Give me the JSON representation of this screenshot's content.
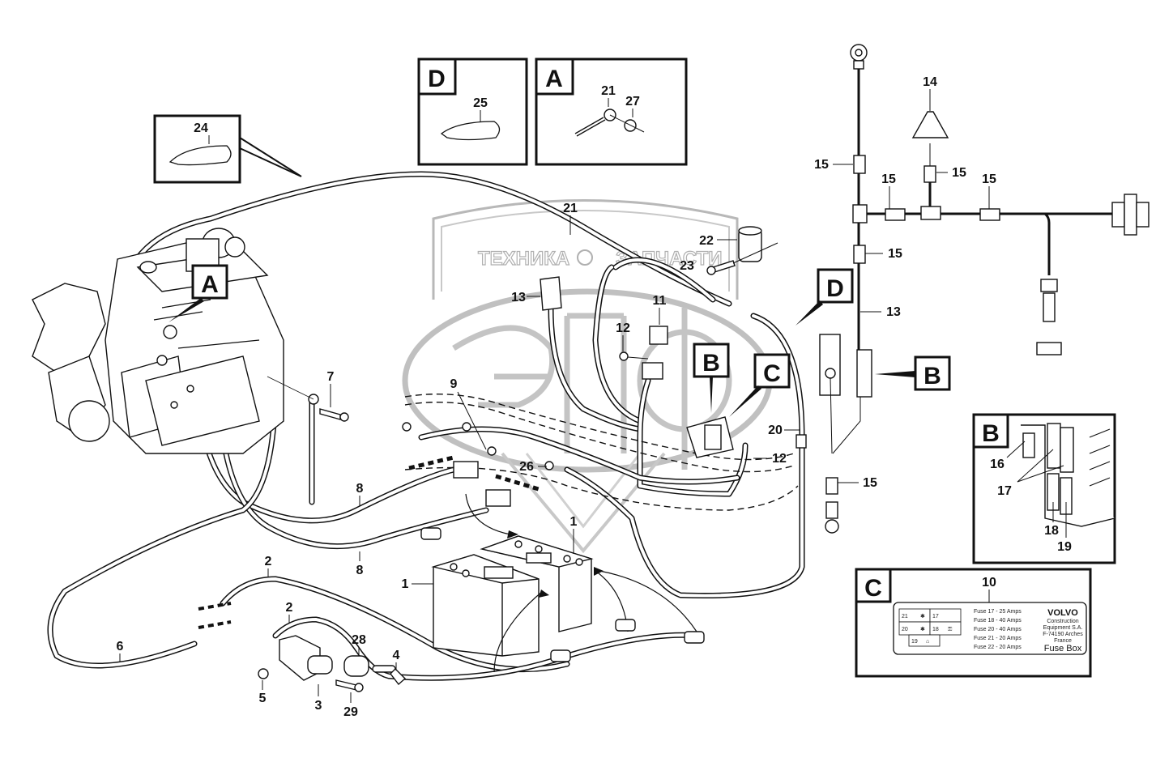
{
  "watermark": {
    "text_left": "ТЕХНИКА",
    "text_right": "ЗАПЧАСТИ",
    "logo_letters": "ЭПФ",
    "color": "#b0b0b0"
  },
  "detail_boxes": [
    {
      "letter": "D",
      "part_numbers": [
        "25"
      ],
      "content": "cable tie"
    },
    {
      "letter": "A",
      "part_numbers": [
        "21",
        "27"
      ],
      "content": "cable lug and washer"
    },
    {
      "letter": "B",
      "part_numbers": [
        "16",
        "17",
        "18",
        "19"
      ],
      "content": "fuse box connectors"
    },
    {
      "letter": "C",
      "part_numbers": [
        "10"
      ],
      "content": "fuse box decal"
    }
  ],
  "tie_inset": {
    "part_number": "24"
  },
  "callouts": {
    "A": "A",
    "B": "B",
    "C": "C",
    "D": "D"
  },
  "labels": {
    "p1a": "1",
    "p1b": "1",
    "p2a": "2",
    "p2b": "2",
    "p3": "3",
    "p4": "4",
    "p5": "5",
    "p6": "6",
    "p7": "7",
    "p8a": "8",
    "p8b": "8",
    "p9": "9",
    "p10": "10",
    "p11": "11",
    "p12a": "12",
    "p12b": "12",
    "p13a": "13",
    "p13b": "13",
    "p14": "14",
    "p15a": "15",
    "p15b": "15",
    "p15c": "15",
    "p15d": "15",
    "p15e": "15",
    "p15f": "15",
    "p16": "16",
    "p17": "17",
    "p18": "18",
    "p19": "19",
    "p20": "20",
    "p21": "21",
    "p21b": "21",
    "p22": "22",
    "p23": "23",
    "p24": "24",
    "p25": "25",
    "p26": "26",
    "p27": "27",
    "p28": "28",
    "p29": "29"
  },
  "fuse_decal": {
    "lines": [
      "Fuse 17 - 25 Amps",
      "Fuse 18 - 40 Amps",
      "Fuse 20 - 40 Amps",
      "Fuse 21 - 20 Amps",
      "Fuse 22 - 20 Amps"
    ],
    "brand": "VOLVO",
    "company": [
      "Construction",
      "Equipment S.A.",
      "F-74190 Arches",
      "France"
    ],
    "title": "Fuse Box",
    "grid_ids": [
      "17",
      "18",
      "19",
      "20",
      "21"
    ]
  }
}
